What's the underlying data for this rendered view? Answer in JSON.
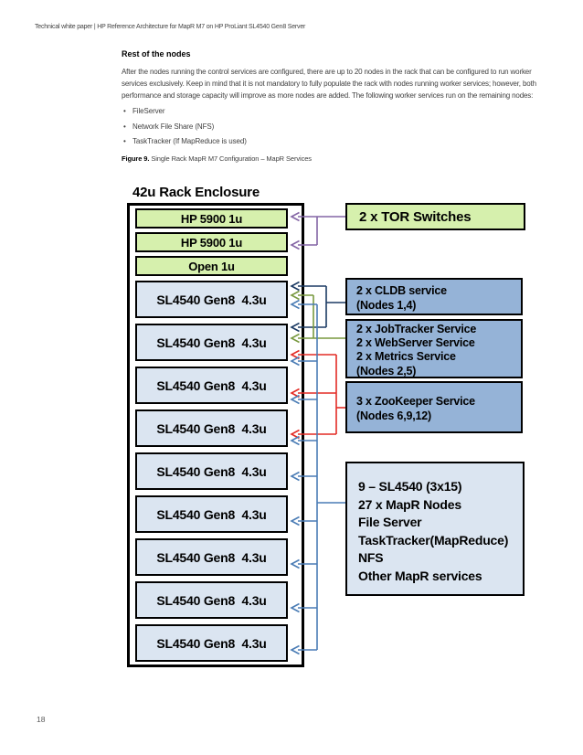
{
  "page": {
    "header": "Technical white paper | HP Reference Architecture for MapR M7 on HP ProLiant SL4540 Gen8 Server",
    "page_number": "18"
  },
  "content": {
    "section_title": "Rest of the nodes",
    "paragraph": "After the nodes running the control services are configured, there are up to 20 nodes in the rack that can be configured to run worker services exclusively. Keep in mind that it is not mandatory to fully populate the rack with nodes running worker services; however, both performance and storage capacity will improve as more nodes are added. The following worker services run on the remaining nodes:",
    "bullets": [
      "FileServer",
      "Network File Share (NFS)",
      "TaskTracker (If MapReduce is used)"
    ],
    "bullet_marker": "•",
    "figure_label": "Figure 9.",
    "figure_caption": " Single Rack MapR M7 Configuration – MapR Services"
  },
  "diagram": {
    "rack_title": "42u Rack Enclosure",
    "rack_units": [
      {
        "label": "HP 5900 1u",
        "type": "switch"
      },
      {
        "label": "HP 5900 1u",
        "type": "switch"
      },
      {
        "label": "Open 1u",
        "type": "open"
      },
      {
        "label": "SL4540 Gen8  4.3u",
        "type": "server"
      },
      {
        "label": "SL4540 Gen8  4.3u",
        "type": "server"
      },
      {
        "label": "SL4540 Gen8  4.3u",
        "type": "server"
      },
      {
        "label": "SL4540 Gen8  4.3u",
        "type": "server"
      },
      {
        "label": "SL4540 Gen8  4.3u",
        "type": "server"
      },
      {
        "label": "SL4540 Gen8  4.3u",
        "type": "server"
      },
      {
        "label": "SL4540 Gen8  4.3u",
        "type": "server"
      },
      {
        "label": "SL4540 Gen8  4.3u",
        "type": "server"
      },
      {
        "label": "SL4540 Gen8  4.3u",
        "type": "server"
      }
    ],
    "callouts": {
      "tor": {
        "lines": [
          "2 x TOR Switches"
        ]
      },
      "cldb": {
        "lines": [
          "2 x CLDB service",
          "(Nodes 1,4)"
        ]
      },
      "jobtracker": {
        "lines": [
          "2 x JobTracker Service",
          "2 x WebServer Service",
          "2 x Metrics Service",
          "(Nodes 2,5)"
        ]
      },
      "zookeeper": {
        "lines": [
          "3 x ZooKeeper Service",
          "(Nodes 6,9,12)"
        ]
      },
      "workers": {
        "lines": [
          "9 – SL4540 (3x15)",
          "27 x MapR Nodes",
          "File Server",
          "TaskTracker(MapReduce)",
          "NFS",
          "Other MapR services"
        ]
      }
    },
    "colors": {
      "switch_fill": "#d6f0ad",
      "server_fill": "#dbe5f1",
      "service_fill": "#95b3d7",
      "workers_fill": "#dbe5f1",
      "arrow_purple": "#8465a5",
      "arrow_navy": "#1b3a63",
      "arrow_green": "#78993f",
      "arrow_red": "#e32b25",
      "arrow_blue": "#4a7cb5"
    }
  }
}
